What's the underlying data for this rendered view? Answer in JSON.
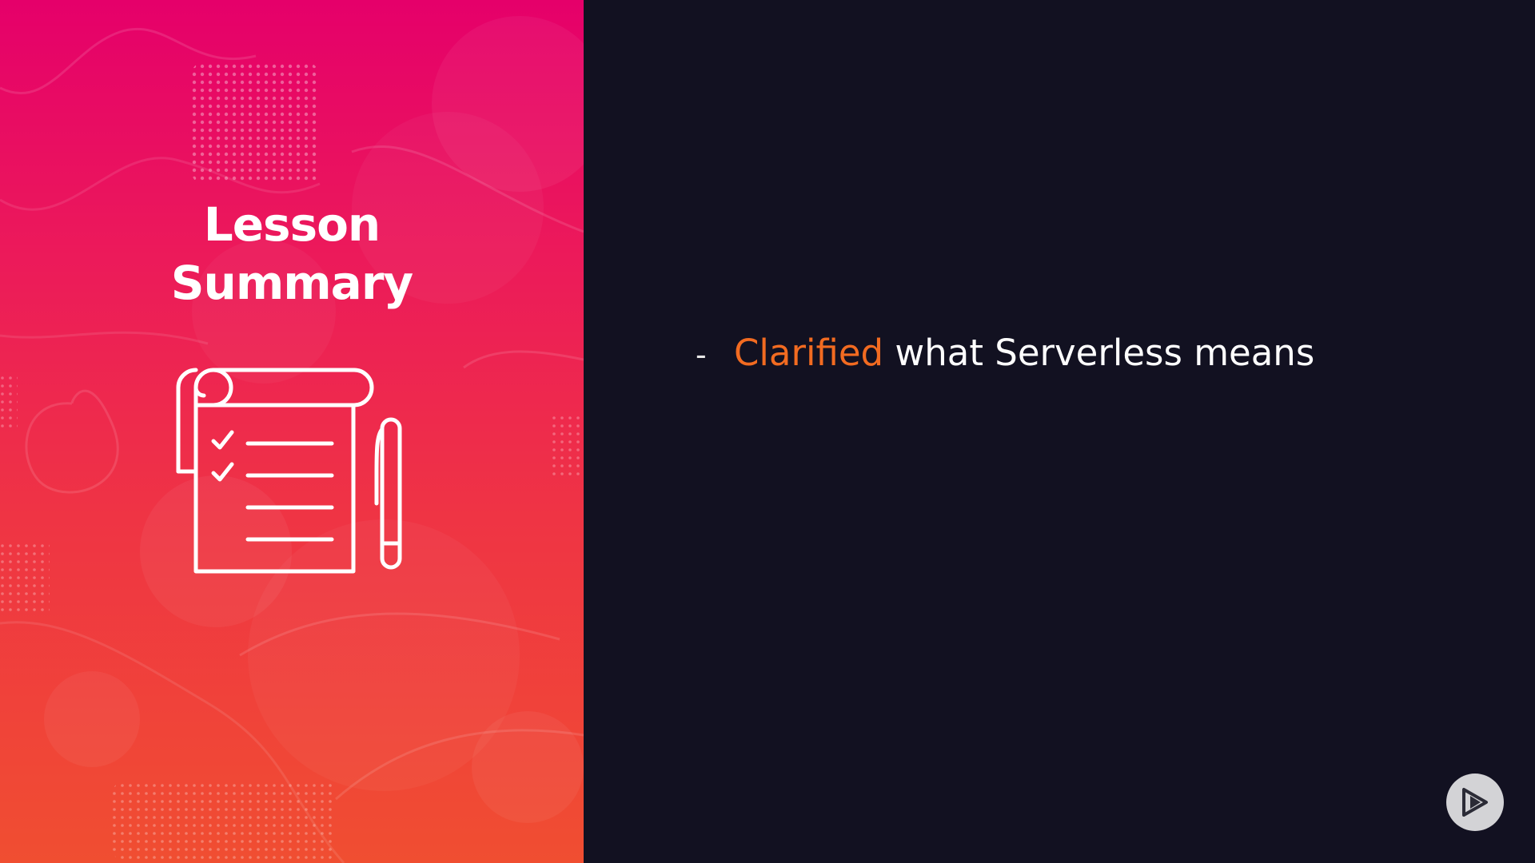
{
  "slide": {
    "title_line1": "Lesson",
    "title_line2": "Summary",
    "icon": "checklist-notepad-pen-icon",
    "bullets": [
      {
        "marker": "-",
        "highlight": "Clarified",
        "text": " what Serverless means"
      }
    ],
    "logo_icon": "pluralsight-play-icon"
  },
  "colors": {
    "background": "#121121",
    "gradient_top": "#e5006a",
    "gradient_bottom": "#f04e31",
    "accent": "#f26b21",
    "text": "#ffffff"
  }
}
